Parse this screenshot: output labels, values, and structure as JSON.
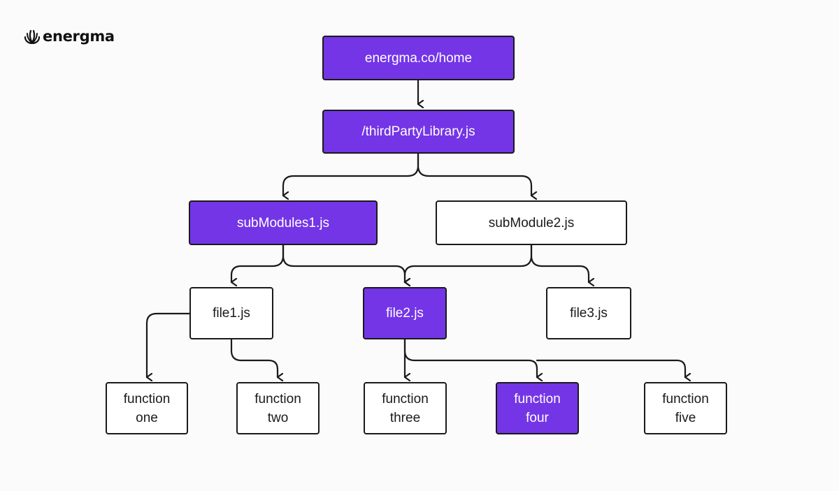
{
  "brand": {
    "name": "energma",
    "icon": "energma-flame-icon"
  },
  "colors": {
    "highlight": "#7435e6",
    "border": "#1a1a1a",
    "background": "#fbfbfb"
  },
  "nodes": {
    "home": {
      "label": "energma.co/home",
      "highlighted": true
    },
    "library": {
      "label": "/thirdPartyLibrary.js",
      "highlighted": true
    },
    "submodule1": {
      "label": "subModules1.js",
      "highlighted": true
    },
    "submodule2": {
      "label": "subModule2.js",
      "highlighted": false
    },
    "file1": {
      "label": "file1.js",
      "highlighted": false
    },
    "file2": {
      "label": "file2.js",
      "highlighted": true
    },
    "file3": {
      "label": "file3.js",
      "highlighted": false
    },
    "function_one": {
      "line1": "function",
      "line2": "one",
      "highlighted": false
    },
    "function_two": {
      "line1": "function",
      "line2": "two",
      "highlighted": false
    },
    "function_three": {
      "line1": "function",
      "line2": "three",
      "highlighted": false
    },
    "function_four": {
      "line1": "function",
      "line2": "four",
      "highlighted": true
    },
    "function_five": {
      "line1": "function",
      "line2": "five",
      "highlighted": false
    }
  },
  "edges": [
    {
      "from": "home",
      "to": "library"
    },
    {
      "from": "library",
      "to": "submodule1"
    },
    {
      "from": "library",
      "to": "submodule2"
    },
    {
      "from": "submodule1",
      "to": "file1"
    },
    {
      "from": "submodule1",
      "to": "file2"
    },
    {
      "from": "submodule2",
      "to": "file2"
    },
    {
      "from": "submodule2",
      "to": "file3"
    },
    {
      "from": "file1",
      "to": "function_one"
    },
    {
      "from": "file1",
      "to": "function_two"
    },
    {
      "from": "file2",
      "to": "function_three"
    },
    {
      "from": "file2",
      "to": "function_four"
    },
    {
      "from": "file2",
      "to": "function_five"
    }
  ]
}
